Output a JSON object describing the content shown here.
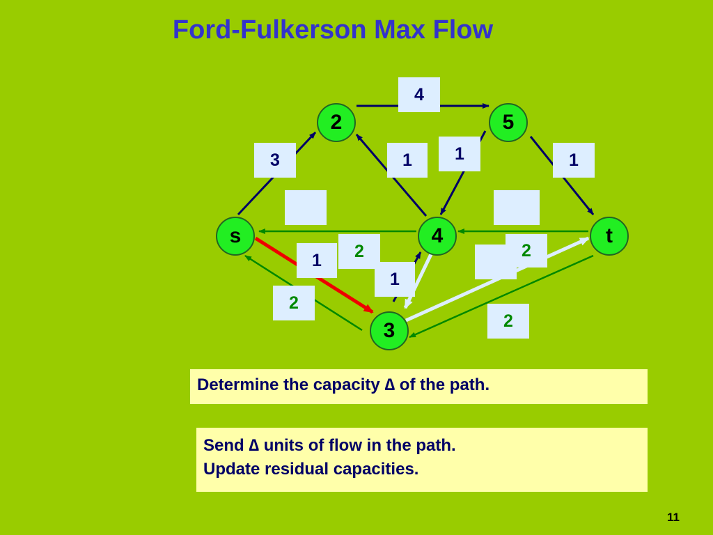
{
  "slide": {
    "title": "Ford-Fulkerson Max Flow",
    "page_number": "11"
  },
  "nodes": {
    "n2": "2",
    "n5": "5",
    "ns": "s",
    "n4": "4",
    "nt": "t",
    "n3": "3"
  },
  "capacities": {
    "c_2_5": "4",
    "c_s_2": "3",
    "c_4_2": "1",
    "c_5_4": "1",
    "c_5_t": "1",
    "c_s_3": "1",
    "c_4_s_residual": "2",
    "c_3_4": "1",
    "c_3_s_residual": "2",
    "c_t_4_residual": "2",
    "c_t_3_residual": "2",
    "empty1": "",
    "empty2": "",
    "empty3": ""
  },
  "text": {
    "box1": "Determine the capacity ∆ of the path.",
    "box2_line1": "Send ∆ units of flow in the path.",
    "box2_line2": "Update residual capacities."
  },
  "colors": {
    "background": "#99cc00",
    "title": "#3333cc",
    "node_fill": "#22ee22",
    "edge_navy": "#000066",
    "edge_green": "#008800",
    "path_red": "#ee0000",
    "path_white": "#ddeeff",
    "label_box": "#ddeeff",
    "text_box": "#ffffaa"
  }
}
